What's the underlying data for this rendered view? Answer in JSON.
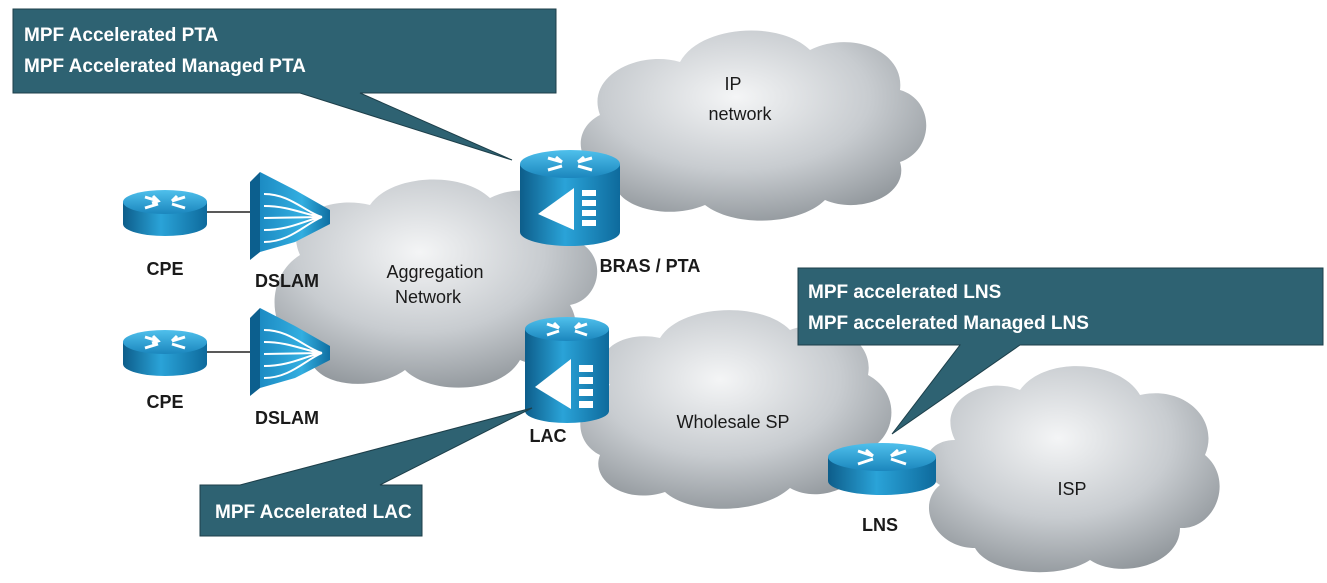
{
  "callouts": {
    "pta": {
      "line1": "MPF Accelerated PTA",
      "line2": "MPF Accelerated Managed PTA"
    },
    "lns": {
      "line1": "MPF accelerated LNS",
      "line2": "MPF accelerated Managed LNS"
    },
    "lac": {
      "line1": "MPF Accelerated LAC"
    }
  },
  "clouds": {
    "ip": {
      "line1": "IP",
      "line2": "network"
    },
    "aggregation": {
      "line1": "Aggregation",
      "line2": "Network"
    },
    "wholesale": "Wholesale SP",
    "isp": "ISP"
  },
  "devices": {
    "cpe_top": "CPE",
    "cpe_bottom": "CPE",
    "dslam_top": "DSLAM",
    "dslam_bottom": "DSLAM",
    "bras": "BRAS / PTA",
    "lac": "LAC",
    "lns": "LNS"
  },
  "colors": {
    "callout": "#2e6272",
    "device": "#1f8fc2",
    "cloud": "#c4c8cc"
  },
  "icons": {
    "router": "router-icon",
    "dslam": "dslam-icon",
    "bras": "bras-router-icon",
    "cloud": "cloud-icon"
  }
}
